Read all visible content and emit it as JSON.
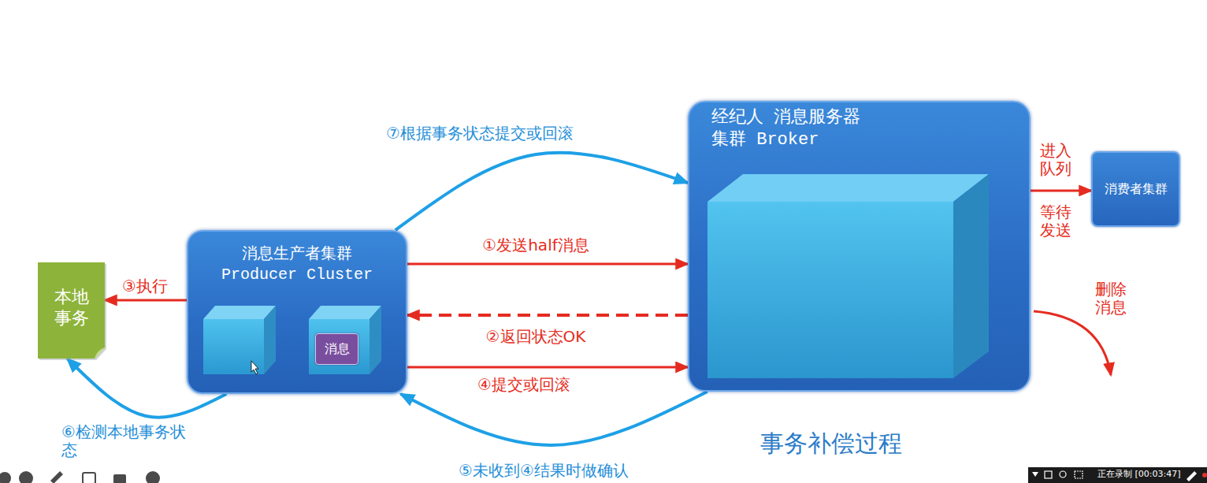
{
  "diagram": {
    "caption": "事务补偿过程",
    "nodes": [
      {
        "text": [
          "本地事务"
        ]
      },
      {
        "text": [
          "消息生产者集群 Producer Cluster"
        ]
      },
      {
        "text": [
          "消息"
        ],
        "in": 1
      },
      {
        "text": [
          "经纪人 消息服务器集群 Broker"
        ]
      },
      {
        "text": [
          "消费者集群"
        ]
      }
    ],
    "edges": [
      {
        "from": 1,
        "to": 3,
        "arrow": "to",
        "label": "①发送half消息"
      },
      {
        "from": 3,
        "to": 1,
        "arrow": "to",
        "label": "②返回状态OK"
      },
      {
        "from": 1,
        "to": 0,
        "arrow": "to",
        "label": "③执行"
      },
      {
        "from": 1,
        "to": 3,
        "arrow": "to",
        "label": "④提交或回滚"
      },
      {
        "from": 3,
        "to": 1,
        "arrow": "to",
        "label": "⑤未收到④结果时做确认"
      },
      {
        "from": 1,
        "to": 0,
        "arrow": "to",
        "label": "⑥检测本地事务状态"
      },
      {
        "from": 1,
        "to": 3,
        "arrow": "to",
        "label": "⑦根据事务状态提交或回滚"
      },
      {
        "from": 3,
        "to": 4,
        "arrow": "to",
        "label": "进入队列"
      }
    ],
    "labels": [
      "等待发送",
      "删除消息",
      "正在录制 [00:03:47]"
    ]
  }
}
